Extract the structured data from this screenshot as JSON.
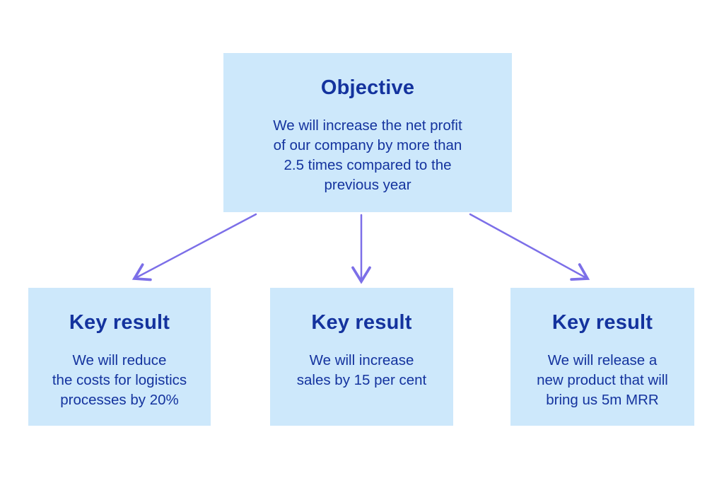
{
  "diagram": {
    "objective": {
      "title": "Objective",
      "body": "We will increase the net profit\nof our company by more than\n2.5 times compared to the\nprevious year"
    },
    "key_results": [
      {
        "title": "Key result",
        "body": "We will reduce\nthe costs for logistics\nprocesses by 20%"
      },
      {
        "title": "Key result",
        "body": "We will increase\nsales by 15 per cent"
      },
      {
        "title": "Key result",
        "body": "We will release a\nnew product that will\nbring us 5m MRR"
      }
    ],
    "colors": {
      "background": "#FFFFFF",
      "box_fill": "#CDE8FB",
      "text": "#14339E",
      "arrow": "#7C6FE8"
    }
  }
}
